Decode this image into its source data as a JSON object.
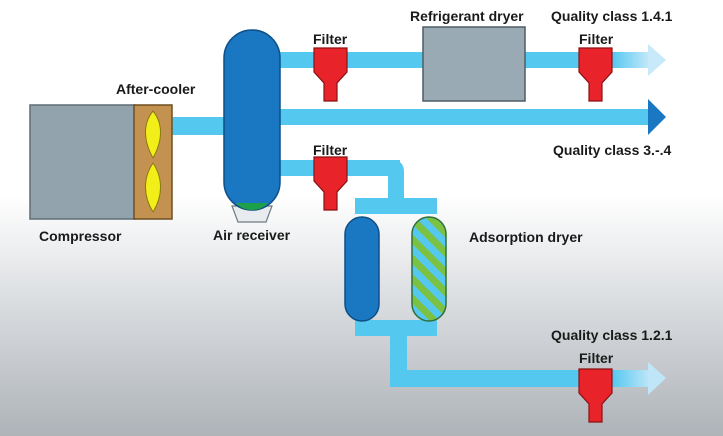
{
  "labels": {
    "after_cooler": "After-cooler",
    "compressor": "Compressor",
    "air_receiver": "Air receiver",
    "filter_top": "Filter",
    "refrigerant_dryer": "Refrigerant dryer",
    "quality_class_top": "Quality class 1.4.1",
    "filter_top_right": "Filter",
    "quality_class_middle": "Quality class 3.-.4",
    "filter_middle": "Filter",
    "adsorption_dryer": "Adsorption dryer",
    "quality_class_bottom": "Quality class 1.2.1",
    "filter_bottom": "Filter"
  },
  "colors": {
    "pipe": "#55c8f0",
    "pipe_light": "#a9ddf5",
    "vessel": "#1a78c2",
    "filter": "#e8242a",
    "dryer_box": "#9aaab4",
    "compressor_box": "#92a3ad",
    "cooler_box": "#c49250",
    "fan_blade": "#f2ee1a",
    "desiccant_green": "#7cc242",
    "base_green": "#1ea04a"
  }
}
